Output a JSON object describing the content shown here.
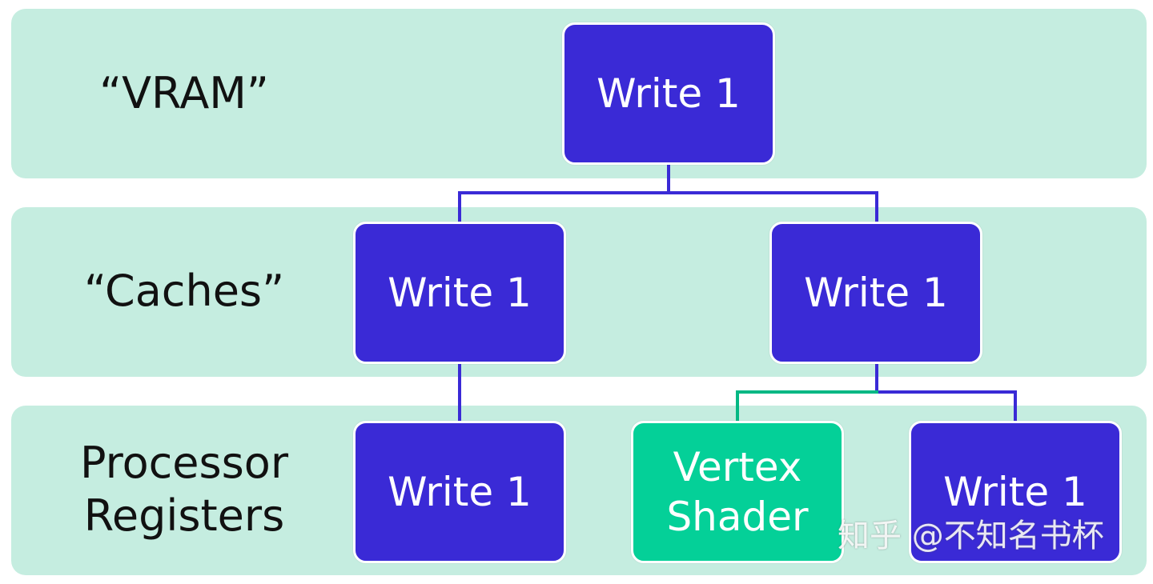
{
  "rows": {
    "vram": "“VRAM”",
    "caches": "“Caches”",
    "registers_line1": "Processor",
    "registers_line2": "Registers"
  },
  "boxes": {
    "vram": "Write 1",
    "cache_left": "Write 1",
    "cache_right": "Write 1",
    "register_left": "Write 1",
    "register_middle_line1": "Vertex",
    "register_middle_line2": "Shader",
    "register_right": "Write 1"
  },
  "watermark": "知乎 @不知名书杯",
  "colors": {
    "band": "#c5ede0",
    "box_blue": "#3a2ad6",
    "box_green": "#04d098",
    "line_blue": "#3a2ad6",
    "line_green": "#04b884"
  }
}
